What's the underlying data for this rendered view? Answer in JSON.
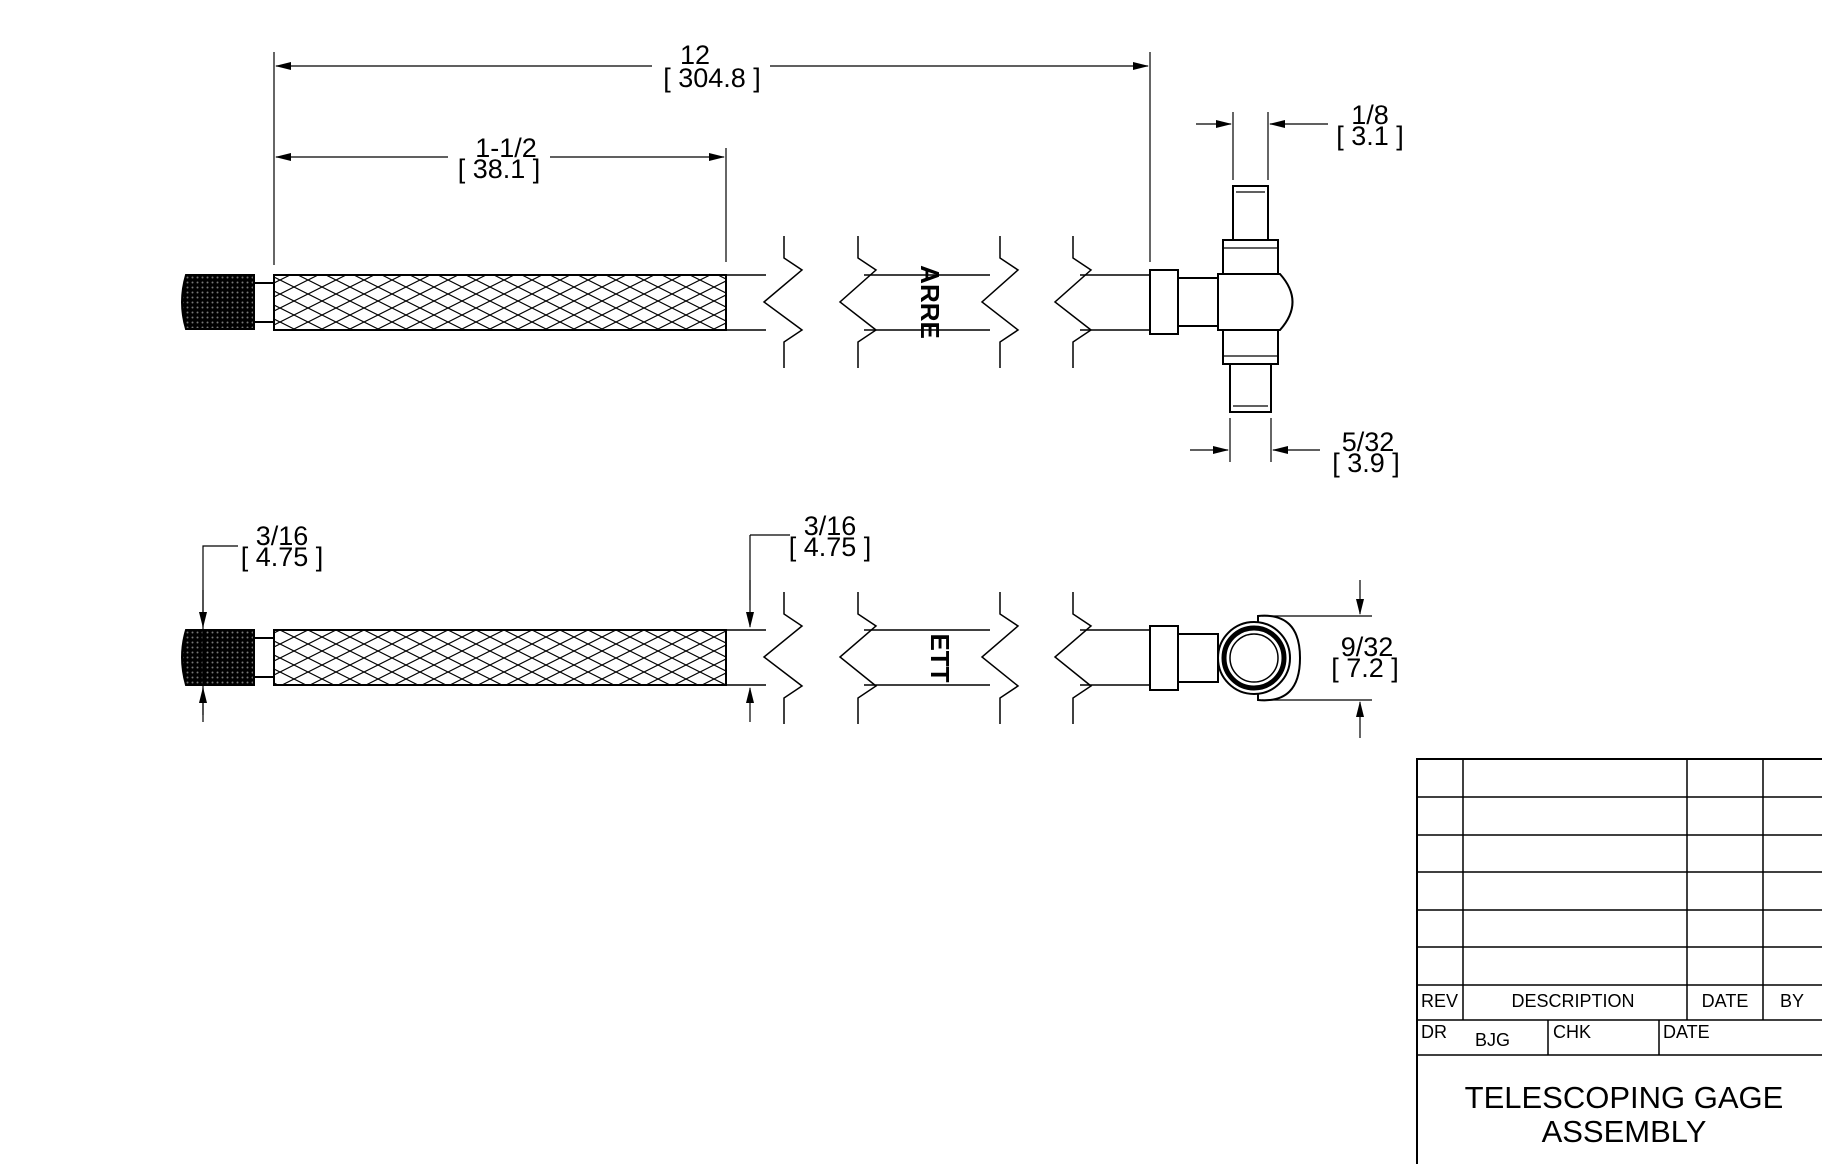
{
  "dimensions": {
    "overall_length": {
      "frac": "12",
      "metric": "[ 304.8 ]"
    },
    "knurl_length": {
      "frac": "1-1/2",
      "metric": "[ 38.1 ]"
    },
    "plunger_top_width": {
      "frac": "1/8",
      "metric": "[ 3.1 ]"
    },
    "plunger_bottom_width": {
      "frac": "5/32",
      "metric": "[ 3.9 ]"
    },
    "knob_diameter": {
      "frac": "3/16",
      "metric": "[ 4.75 ]"
    },
    "handle_diameter": {
      "frac": "3/16",
      "metric": "[ 4.75 ]"
    },
    "head_diameter": {
      "frac": "9/32",
      "metric": "[ 7.2 ]"
    }
  },
  "handle_marking": {
    "top_view": "ARRE",
    "bottom_view": "ETT"
  },
  "title_block": {
    "rev_header": "REV",
    "description_header": "DESCRIPTION",
    "date_header": "DATE",
    "by_header": "BY",
    "dr_label": "DR",
    "dr_value": "BJG",
    "chk_label": "CHK",
    "date_label": "DATE",
    "title_line1": "TELESCOPING GAGE",
    "title_line2": "ASSEMBLY"
  }
}
